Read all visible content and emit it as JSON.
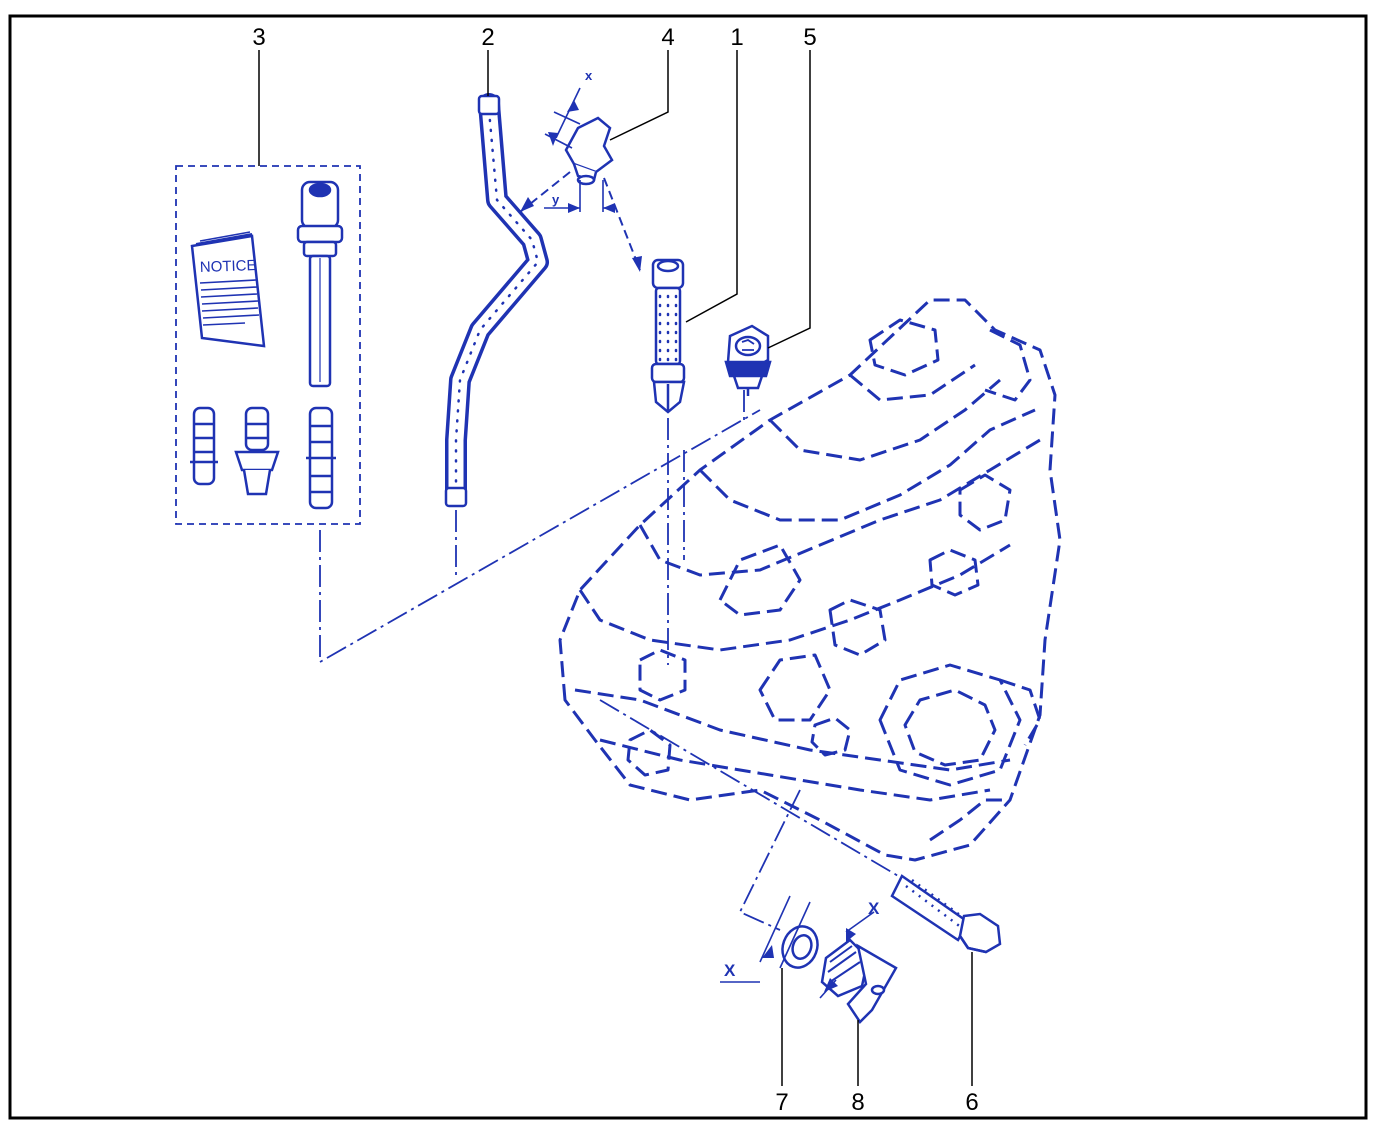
{
  "colors": {
    "line": "#1f33b3",
    "part_fill": "#3146c8",
    "frame": "#000000",
    "leader": "#000000",
    "background": "#ffffff"
  },
  "callouts": {
    "c1": "1",
    "c2": "2",
    "c3": "3",
    "c4": "4",
    "c5": "5",
    "c6": "6",
    "c7": "7",
    "c8": "8"
  },
  "dimensions": {
    "x_small": "x",
    "y_small": "y",
    "x_washer": "X",
    "x_plug": "X"
  },
  "notice_booklet": {
    "title": "NOTICE"
  }
}
